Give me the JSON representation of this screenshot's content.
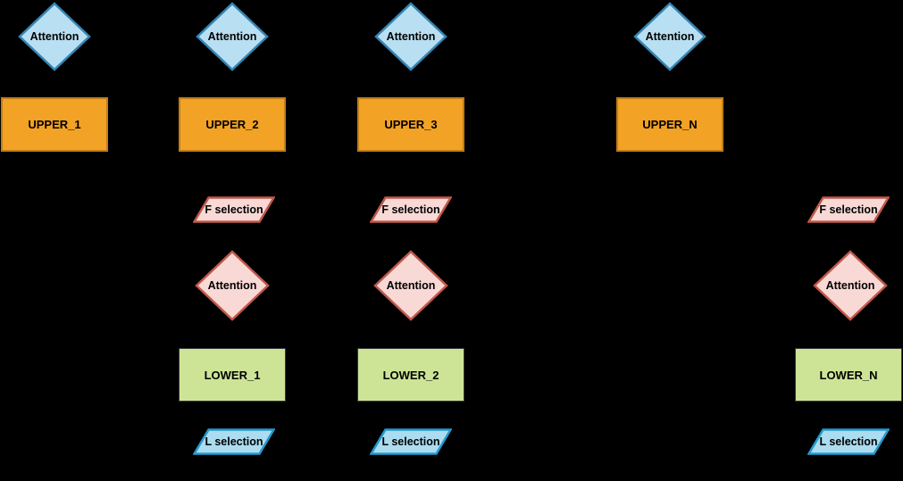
{
  "diagram": {
    "background": "#000000",
    "colors": {
      "attention_top_fill": "#B9DFF2",
      "attention_top_stroke": "#3585B5",
      "upper_block_fill": "#F2A224",
      "upper_block_stroke": "#C07E17",
      "selection_f_fill": "#F8D9D6",
      "selection_f_stroke": "#C0584A",
      "attention_mid_fill": "#F8D9D6",
      "attention_mid_stroke": "#C0584A",
      "lower_block_fill": "#CDE497",
      "lower_block_stroke": "#37393D",
      "selection_l_fill": "#ABDCF0",
      "selection_l_stroke": "#2499CE",
      "text": "#000000"
    },
    "columns": [
      {
        "attention_top": "Attention",
        "upper": "UPPER_1"
      },
      {
        "attention_top": "Attention",
        "upper": "UPPER_2",
        "f_selection": "F selection",
        "attention_mid": "Attention",
        "lower": "LOWER_1",
        "l_selection": "L selection"
      },
      {
        "attention_top": "Attention",
        "upper": "UPPER_3",
        "f_selection": "F selection",
        "attention_mid": "Attention",
        "lower": "LOWER_2",
        "l_selection": "L selection"
      },
      {
        "attention_top": "Attention",
        "upper": "UPPER_N"
      },
      {
        "f_selection": "F selection",
        "attention_mid": "Attention",
        "lower": "LOWER_N",
        "l_selection": "L selection"
      }
    ]
  }
}
